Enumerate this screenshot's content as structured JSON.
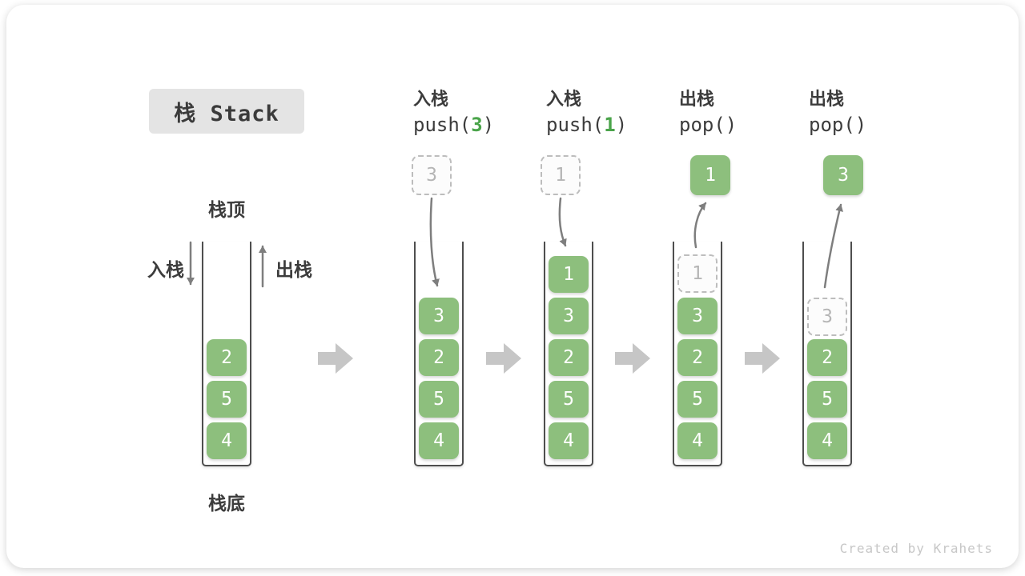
{
  "title": "栈 Stack",
  "legend": {
    "top_label": "栈顶",
    "bottom_label": "栈底",
    "push_label": "入栈",
    "pop_label": "出栈"
  },
  "initial": {
    "values": [
      "2",
      "5",
      "4"
    ]
  },
  "steps": [
    {
      "label": "入栈",
      "code_before": "push(",
      "code_value": "3",
      "code_after": ")",
      "floater": {
        "value": "3",
        "variant": "dashed"
      },
      "stack": [
        {
          "value": "3",
          "variant": "green"
        },
        {
          "value": "2",
          "variant": "green"
        },
        {
          "value": "5",
          "variant": "green"
        },
        {
          "value": "4",
          "variant": "green"
        }
      ]
    },
    {
      "label": "入栈",
      "code_before": "push(",
      "code_value": "1",
      "code_after": ")",
      "floater": {
        "value": "1",
        "variant": "dashed"
      },
      "stack": [
        {
          "value": "1",
          "variant": "green"
        },
        {
          "value": "3",
          "variant": "green"
        },
        {
          "value": "2",
          "variant": "green"
        },
        {
          "value": "5",
          "variant": "green"
        },
        {
          "value": "4",
          "variant": "green"
        }
      ]
    },
    {
      "label": "出栈",
      "code_before": "pop(",
      "code_value": "",
      "code_after": ")",
      "floater": {
        "value": "1",
        "variant": "green"
      },
      "stack": [
        {
          "value": "1",
          "variant": "dashed"
        },
        {
          "value": "3",
          "variant": "green"
        },
        {
          "value": "2",
          "variant": "green"
        },
        {
          "value": "5",
          "variant": "green"
        },
        {
          "value": "4",
          "variant": "green"
        }
      ]
    },
    {
      "label": "出栈",
      "code_before": "pop(",
      "code_value": "",
      "code_after": ")",
      "floater": {
        "value": "3",
        "variant": "green"
      },
      "stack": [
        {
          "value": "3",
          "variant": "dashed"
        },
        {
          "value": "2",
          "variant": "green"
        },
        {
          "value": "5",
          "variant": "green"
        },
        {
          "value": "4",
          "variant": "green"
        }
      ]
    }
  ],
  "watermark": "Created by Krahets",
  "colors": {
    "cell_green": "#8DBF7D",
    "code_green": "#4AA44A",
    "arrow_gray": "#7E7E7E",
    "block_arrow_gray": "#C6C6C6",
    "title_bg": "#E4E4E4",
    "dashed_border": "#BDBDBD"
  }
}
